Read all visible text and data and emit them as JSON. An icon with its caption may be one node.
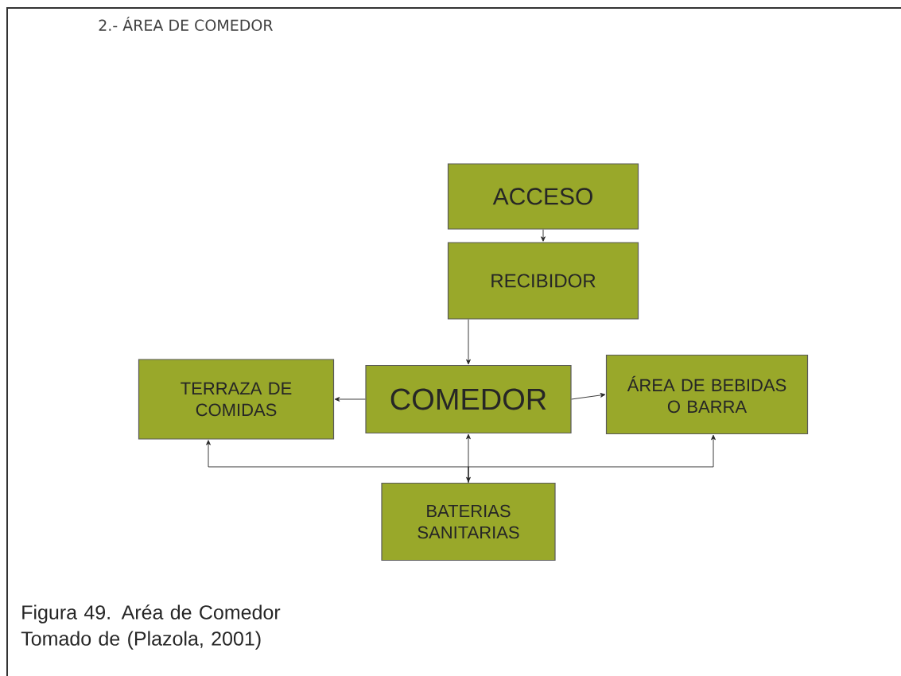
{
  "diagram": {
    "title": "2.- ÁREA DE COMEDOR",
    "caption": "Figura 49. Aréa de Comedor Tomado de (Plazola, 2001)",
    "nodes": [
      {
        "text": [
          "ACCESO"
        ]
      },
      {
        "text": [
          "RECIBIDOR"
        ]
      },
      {
        "text": [
          "TERRAZA DE COMIDAS"
        ]
      },
      {
        "text": [
          "COMEDOR"
        ]
      },
      {
        "text": [
          "ÁREA DE BEBIDAS O BARRA"
        ]
      },
      {
        "text": [
          "BATERIAS SANITARIAS"
        ]
      }
    ],
    "edges": [
      {
        "from": 0,
        "to": 1,
        "arrow": "to"
      },
      {
        "from": 1,
        "to": 3,
        "arrow": "to"
      },
      {
        "from": 3,
        "to": 2,
        "arrow": "to"
      },
      {
        "from": 3,
        "to": 4,
        "arrow": "to"
      },
      {
        "from": 5,
        "to": 3,
        "arrow": "both"
      },
      {
        "from": 5,
        "to": 2,
        "arrow": "to"
      },
      {
        "from": 5,
        "to": 4,
        "arrow": "to"
      }
    ]
  }
}
